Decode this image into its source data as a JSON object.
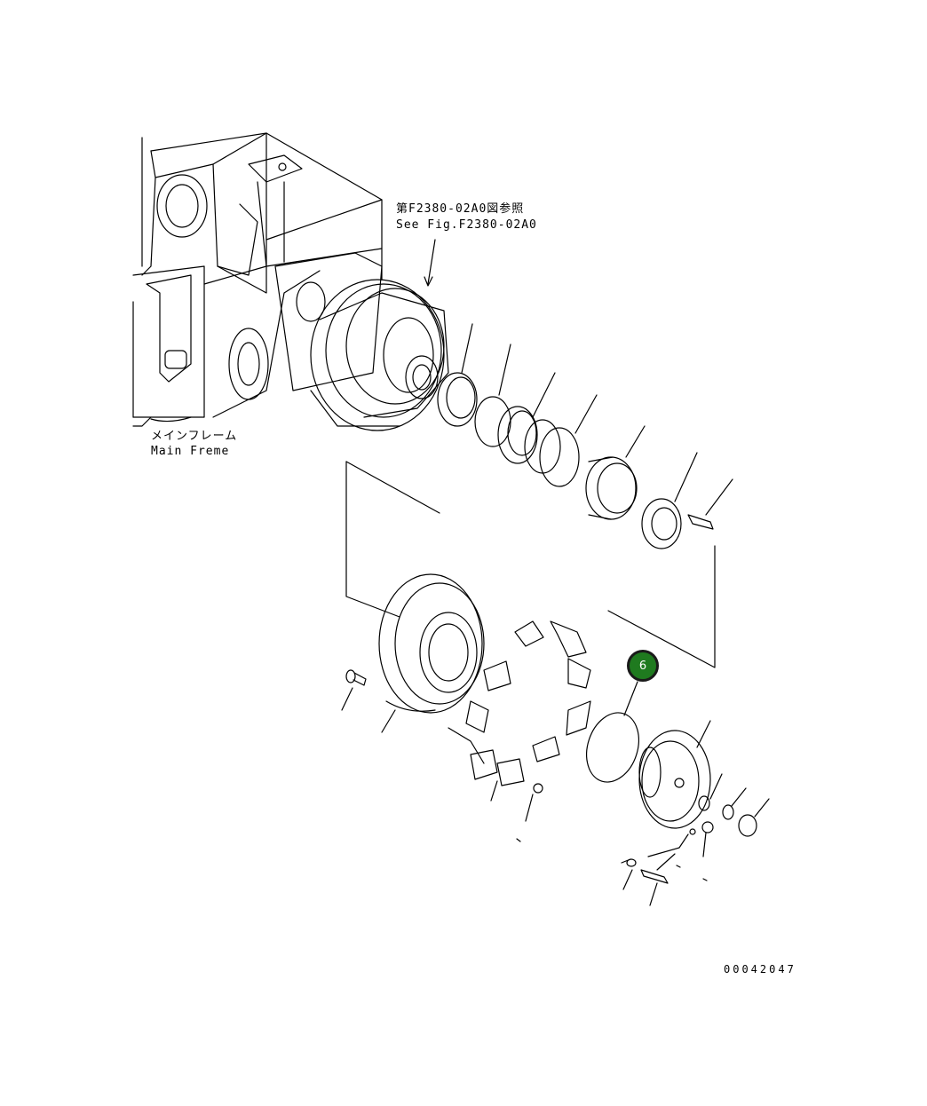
{
  "reference_note": {
    "jp": "第F2380-02A0図参照",
    "en": "See Fig.F2380-02A0"
  },
  "main_frame_label": {
    "jp": "メインフレーム",
    "en": "Main Freme"
  },
  "drawing_number": "00042047",
  "callouts": [
    {
      "number": "6",
      "color": "#1f7a1f"
    }
  ]
}
